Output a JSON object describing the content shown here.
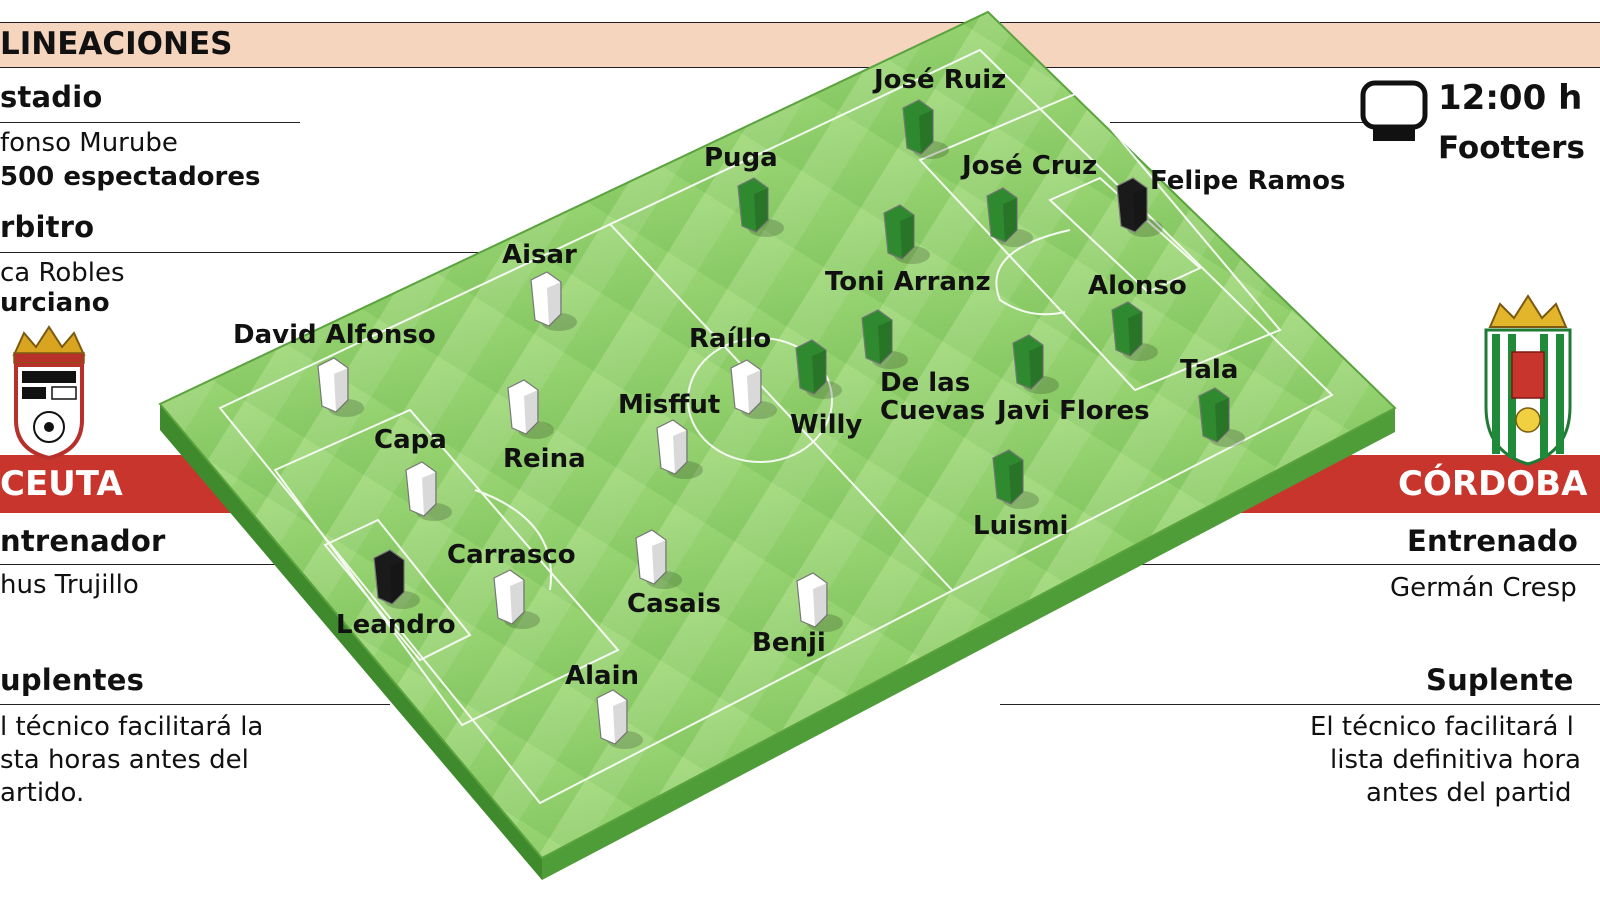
{
  "title": "LINEACIONES",
  "match": {
    "stadium_label": "stadio",
    "stadium_name": "fonso Murube",
    "attendance": "500 espectadores",
    "referee_label": "rbitro",
    "referee_name": "ca Robles",
    "referee_region": "urciano",
    "time": "12:00 h",
    "broadcaster": "Footters"
  },
  "home": {
    "name": "CEUTA",
    "coach_label": "ntrenador",
    "coach": "hus Trujillo",
    "subs_label": "uplentes",
    "subs_text": [
      "l técnico facilitará la",
      "sta horas antes del",
      "artido."
    ],
    "shirt_color": "#ffffff",
    "gk_color": "#1a1a1a",
    "players": [
      {
        "name": "Leandro",
        "role": "gk"
      },
      {
        "name": "Carrasco"
      },
      {
        "name": "Capa"
      },
      {
        "name": "David Alfonso"
      },
      {
        "name": "Alain"
      },
      {
        "name": "Casais"
      },
      {
        "name": "Reina"
      },
      {
        "name": "Aisar"
      },
      {
        "name": "Misffut"
      },
      {
        "name": "Benji"
      },
      {
        "name": "Raíllo"
      }
    ]
  },
  "away": {
    "name": "CÓRDOBA",
    "coach_label": "Entrenado",
    "coach": "Germán Cresp",
    "subs_label": "Suplente",
    "subs_text": [
      "El técnico facilitará l",
      "lista definitiva hora",
      "antes del partid"
    ],
    "shirt_color": "#2f8a2f",
    "gk_color": "#1a1a1a",
    "players": [
      {
        "name": "Felipe Ramos",
        "role": "gk"
      },
      {
        "name": "José Cruz"
      },
      {
        "name": "Alonso"
      },
      {
        "name": "José Ruiz"
      },
      {
        "name": "Tala"
      },
      {
        "name": "Puga"
      },
      {
        "name": "Toni Arranz"
      },
      {
        "name": "De las",
        "name2": "Cuevas"
      },
      {
        "name": "Javi Flores"
      },
      {
        "name": "Willy"
      },
      {
        "name": "Luismi"
      }
    ]
  },
  "colors": {
    "header_band": "#f6d5bf",
    "team_band": "#c8352d",
    "pitch": "#8fcf6a",
    "pitch_edge": "#4e9a35"
  },
  "icons": {
    "tv": "tv-icon",
    "home_crest": "ceuta-crest-icon",
    "away_crest": "cordoba-crest-icon"
  }
}
